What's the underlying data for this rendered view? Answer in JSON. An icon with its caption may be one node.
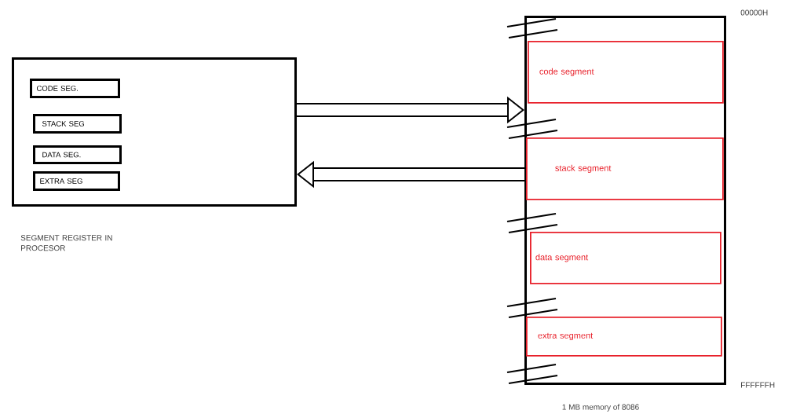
{
  "diagram": {
    "nodes": [
      {
        "text": [],
        "shape": "box",
        "beside": [
          "SEGMENT REGISTER IN PROCESOR"
        ]
      },
      {
        "text": [
          "CODE  SEG."
        ],
        "in": 0
      },
      {
        "text": [
          "STACK SEG"
        ],
        "in": 0
      },
      {
        "text": [
          "DATA SEG."
        ],
        "in": 0
      },
      {
        "text": [
          "EXTRA SEG"
        ],
        "in": 0
      },
      {
        "text": [],
        "shape": "box",
        "beside": [
          "00000H",
          "FFFFFFH",
          "1 MB  memory  of 8086"
        ]
      },
      {
        "text": [
          "code segment"
        ],
        "in": 5
      },
      {
        "text": [
          "stack segment"
        ],
        "in": 5
      },
      {
        "text": [
          "data segment"
        ],
        "in": 5
      },
      {
        "text": [
          "extra segment"
        ],
        "in": 5
      }
    ],
    "edges": [
      {
        "from": 0,
        "to": 5,
        "arrow": "to"
      },
      {
        "from": 5,
        "to": 0,
        "arrow": "to"
      }
    ]
  }
}
